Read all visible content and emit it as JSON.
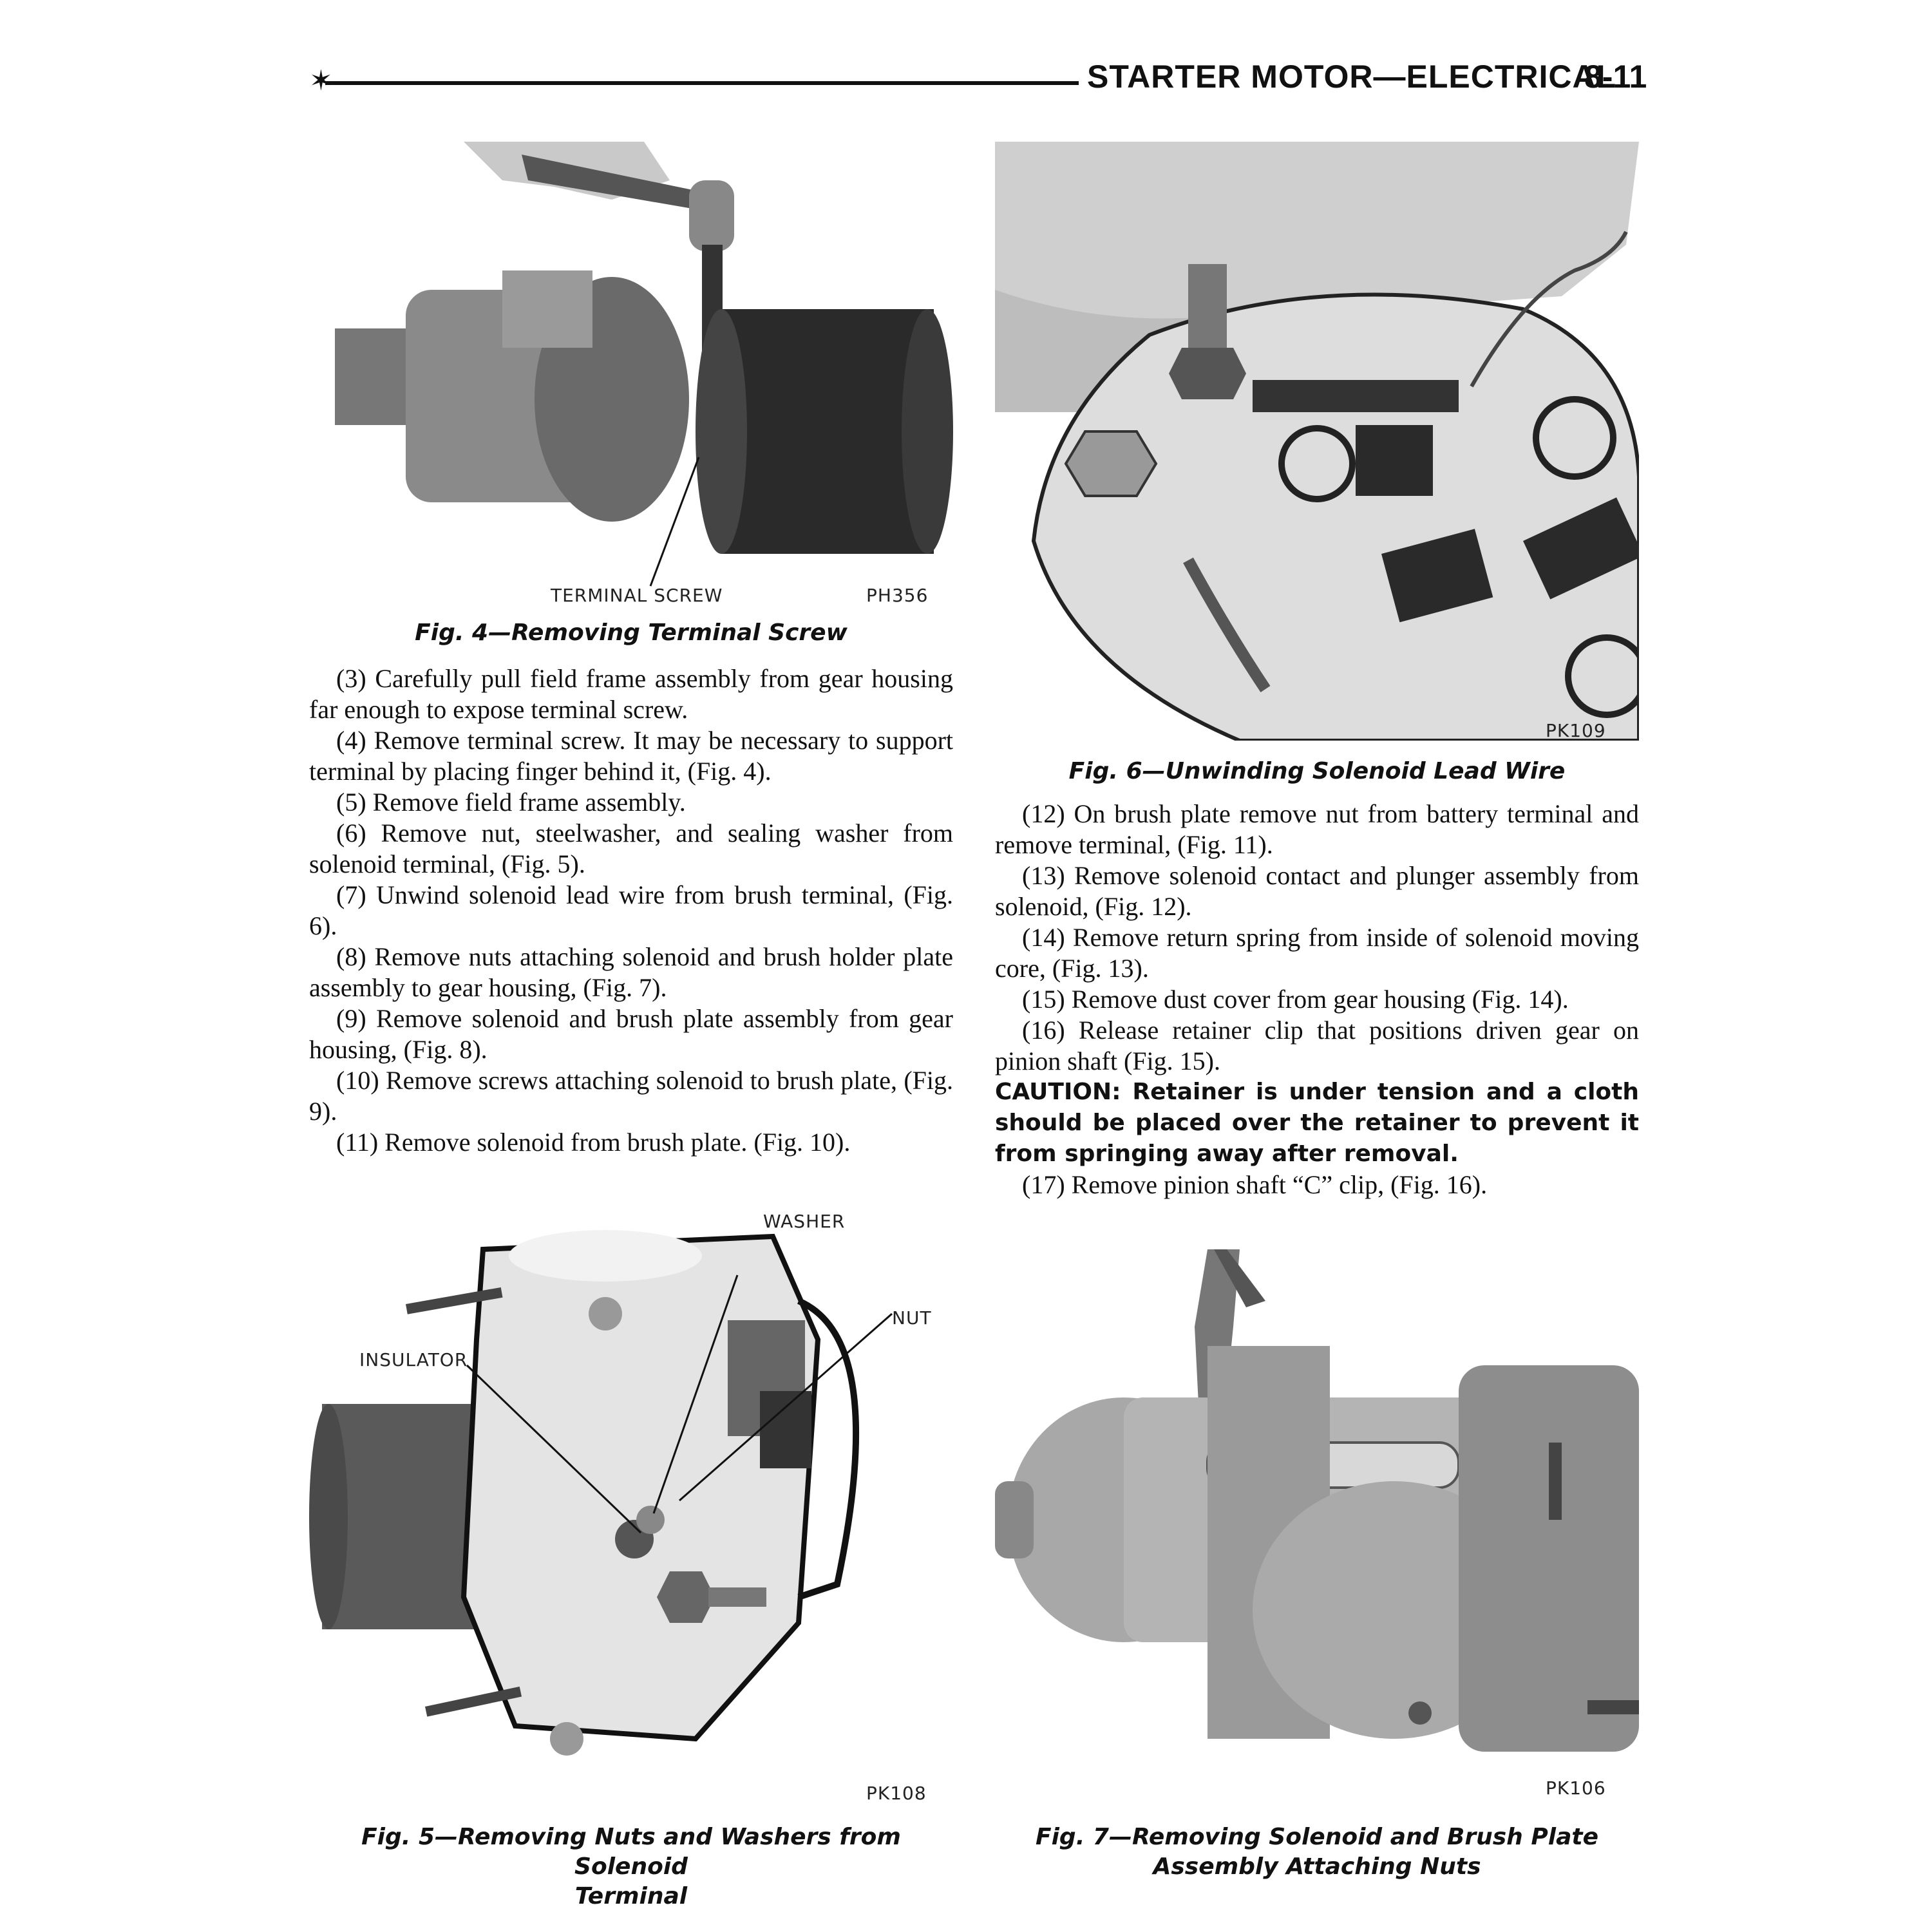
{
  "header": {
    "marker": "✶",
    "title": "STARTER MOTOR—ELECTRICAL",
    "page": "8-11"
  },
  "figures": {
    "fig4": {
      "caption": "Fig. 4—Removing Terminal Screw",
      "code": "PH356",
      "labels": {
        "terminal_screw": "TERMINAL SCREW"
      }
    },
    "fig5": {
      "caption_line1": "Fig. 5—Removing Nuts and Washers from Solenoid",
      "caption_line2": "Terminal",
      "code": "PK108",
      "labels": {
        "washer": "WASHER",
        "nut": "NUT",
        "insulator": "INSULATOR"
      }
    },
    "fig6": {
      "caption": "Fig. 6—Unwinding Solenoid Lead Wire",
      "code": "PK109"
    },
    "fig7": {
      "caption_line1": "Fig. 7—Removing Solenoid and Brush Plate",
      "caption_line2": "Assembly Attaching Nuts",
      "code": "PK106"
    }
  },
  "left_column": [
    "(3) Carefully pull field frame assembly from gear housing far enough to expose terminal screw.",
    "(4) Remove terminal screw. It may be necessary to support terminal by placing finger behind it, (Fig. 4).",
    "(5) Remove field frame assembly.",
    "(6) Remove nut, steelwasher, and sealing washer from solenoid terminal, (Fig. 5).",
    "(7) Unwind solenoid lead wire from brush terminal, (Fig. 6).",
    "(8) Remove nuts attaching solenoid and brush holder plate assembly to gear housing, (Fig. 7).",
    "(9) Remove solenoid and brush plate assembly from gear housing, (Fig. 8).",
    "(10) Remove screws attaching solenoid to brush plate, (Fig. 9).",
    "(11) Remove solenoid from brush plate. (Fig. 10)."
  ],
  "right_column": [
    "(12) On brush plate remove nut from battery terminal and remove terminal, (Fig. 11).",
    "(13) Remove solenoid contact and plunger assembly from solenoid, (Fig. 12).",
    "(14) Remove return spring from inside of solenoid moving core, (Fig. 13).",
    "(15) Remove dust cover from gear housing (Fig. 14).",
    "(16) Release retainer clip that positions driven gear on pinion shaft (Fig. 15)."
  ],
  "caution": "CAUTION: Retainer is under tension and a cloth should be placed over the retainer to prevent it from springing away after removal.",
  "right_column_end": "(17) Remove pinion shaft “C” clip, (Fig. 16)."
}
